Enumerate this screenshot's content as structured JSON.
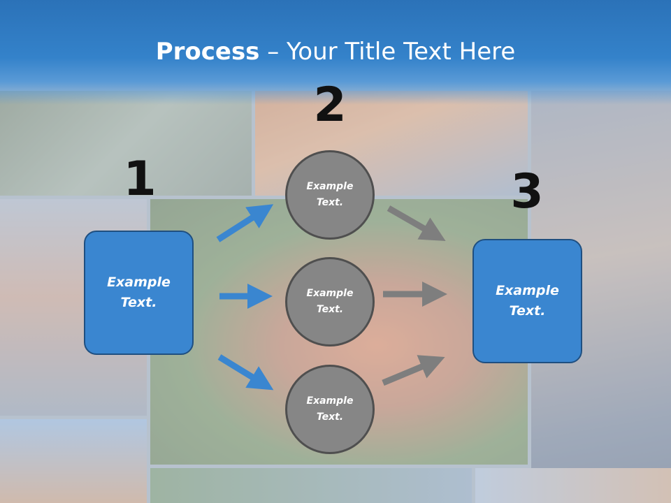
{
  "title": {
    "bold": "Process",
    "rest": " – Your Title Text Here"
  },
  "steps": {
    "one": {
      "number": "1",
      "text_line1": "Example",
      "text_line2": "Text."
    },
    "two": {
      "number": "2"
    },
    "three": {
      "number": "3",
      "text_line1": "Example",
      "text_line2": "Text."
    }
  },
  "circles": [
    {
      "line1": "Example",
      "line2": "Text."
    },
    {
      "line1": "Example",
      "line2": "Text."
    },
    {
      "line1": "Example",
      "line2": "Text."
    }
  ],
  "colors": {
    "title_band": "#3482ca",
    "box_fill": "#3a86d0",
    "circle_fill": "#868686",
    "blue_arrow": "#3a86d0",
    "gray_arrow": "#7e7e7e"
  }
}
